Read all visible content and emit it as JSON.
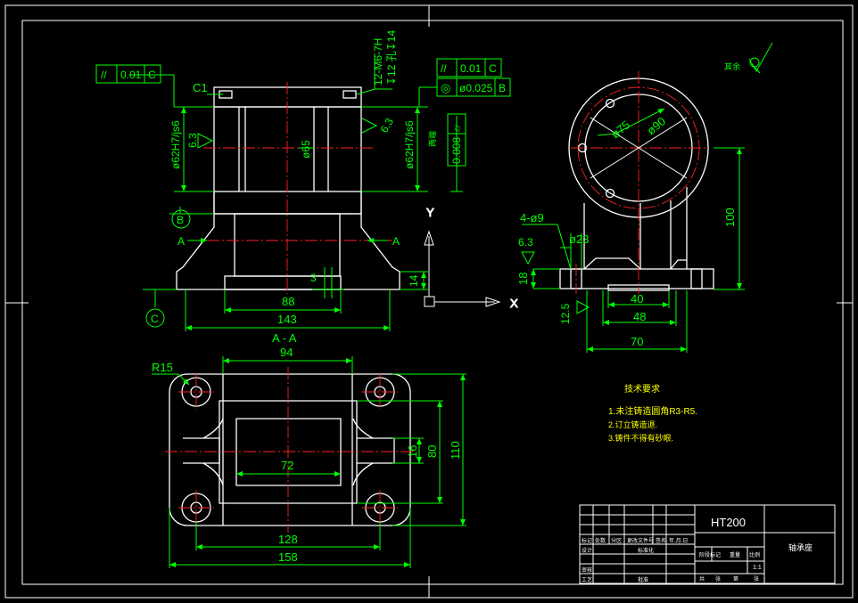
{
  "title_block": {
    "material": "HT200",
    "part_name": "轴承座",
    "scale": "1:1",
    "row_labels": [
      "标记",
      "处数",
      "分区",
      "更改文件号",
      "签名",
      "年.月.日"
    ],
    "lower_labels": [
      "设计",
      "审核",
      "工艺",
      "批准"
    ],
    "stage_labels": [
      "阶段标记",
      "重量",
      "比例"
    ],
    "sheet_labels": [
      "共",
      "张",
      "第",
      "张"
    ],
    "std_label": "标准化"
  },
  "tech_requirements": {
    "title": "技术要求",
    "items": [
      "1.未注铸造圆角R3-R5.",
      "2.订立铸造退.",
      "3.铸件不得有砂眼."
    ]
  },
  "roughness_note": "其余",
  "section_label": "A - A",
  "datum_labels": {
    "b": "B",
    "c": "C"
  },
  "section_marks": {
    "left": "A",
    "right": "A"
  },
  "axis_labels": {
    "x": "X",
    "y": "Y"
  },
  "tolerance_frames": {
    "left": {
      "symbol": "//",
      "value": "0.01",
      "datum": "C"
    },
    "right_top": {
      "symbol": "//",
      "value": "0.01",
      "datum": "C"
    },
    "right_bottom": {
      "symbol": "◎",
      "value": "ø0.025",
      "datum": "B"
    },
    "vertical": {
      "symbol": "⌭",
      "value": "0.008",
      "label": "两端"
    }
  },
  "front_view": {
    "chamfer": "C1",
    "thread": "12-M6-7H",
    "thread_depth": "↧12 孔↧14",
    "bore_left": "ø62H7/js6",
    "bore_mid": "ø65",
    "bore_right": "ø62H7/js6",
    "rough_left": "6.3",
    "rough_right": "6.3",
    "dim_3": "3",
    "dim_14": "14",
    "dim_88": "88",
    "dim_143": "143"
  },
  "side_view": {
    "dia_75": "ø75",
    "dia_90": "ø90",
    "holes": "4-ø9",
    "rough_63": "6.3",
    "dia_23": "ø23",
    "dim_18": "18",
    "dim_100": "100",
    "dim_40": "40",
    "dim_48": "48",
    "dim_70": "70",
    "rough_125": "12.5"
  },
  "top_view": {
    "radius": "R15",
    "dim_94": "94",
    "dim_72": "72",
    "dim_16": "16",
    "dim_80": "80",
    "dim_110": "110",
    "dim_128": "128",
    "dim_158": "158"
  }
}
